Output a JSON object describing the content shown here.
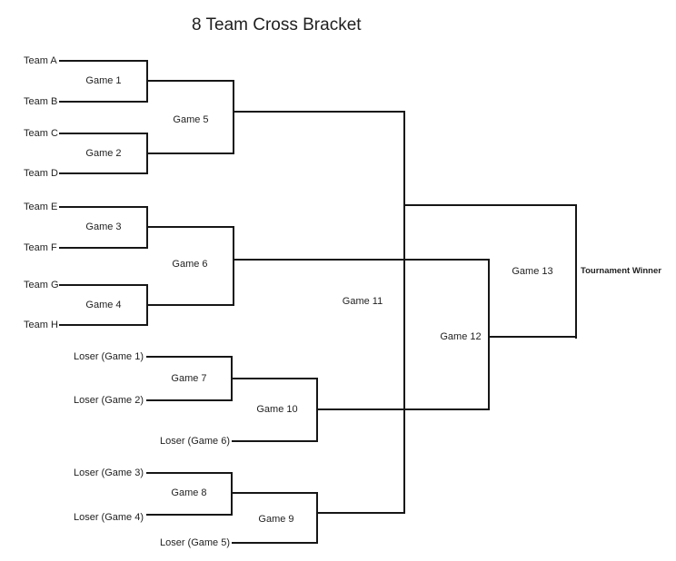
{
  "title": "8 Team Cross Bracket",
  "teams": [
    "Team A",
    "Team B",
    "Team C",
    "Team D",
    "Team E",
    "Team F",
    "Team G",
    "Team H"
  ],
  "games": [
    "Game 1",
    "Game 2",
    "Game 3",
    "Game 4",
    "Game 5",
    "Game 6",
    "Game 7",
    "Game 8",
    "Game 9",
    "Game 10",
    "Game 11",
    "Game 12",
    "Game 13"
  ],
  "loser_seeds": [
    "Loser (Game 1)",
    "Loser (Game 2)",
    "Loser (Game 3)",
    "Loser (Game 4)",
    "Loser (Game 5)",
    "Loser (Game 6)"
  ],
  "winner_label": "Tournament Winner",
  "colors": {
    "line": "#161616",
    "text": "#1f1f1f",
    "background": "#ffffff"
  }
}
